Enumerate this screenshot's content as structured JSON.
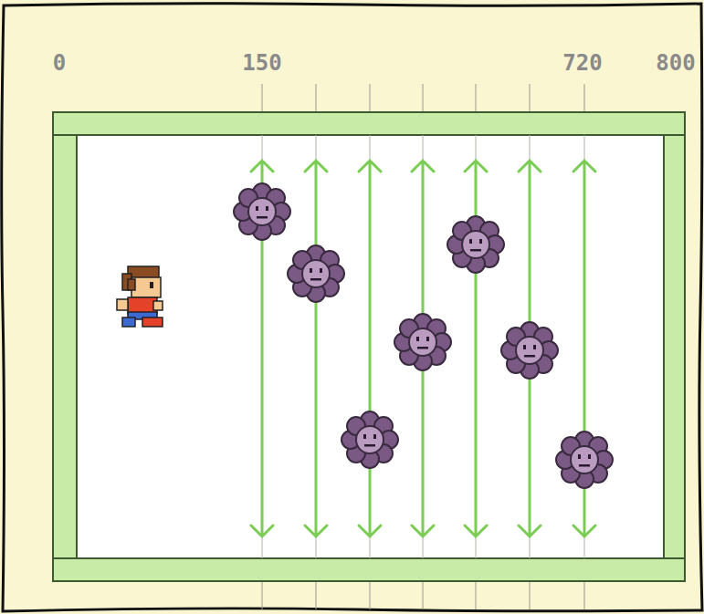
{
  "diagram": {
    "labels": [
      "0",
      "150",
      "720",
      "800"
    ]
  }
}
